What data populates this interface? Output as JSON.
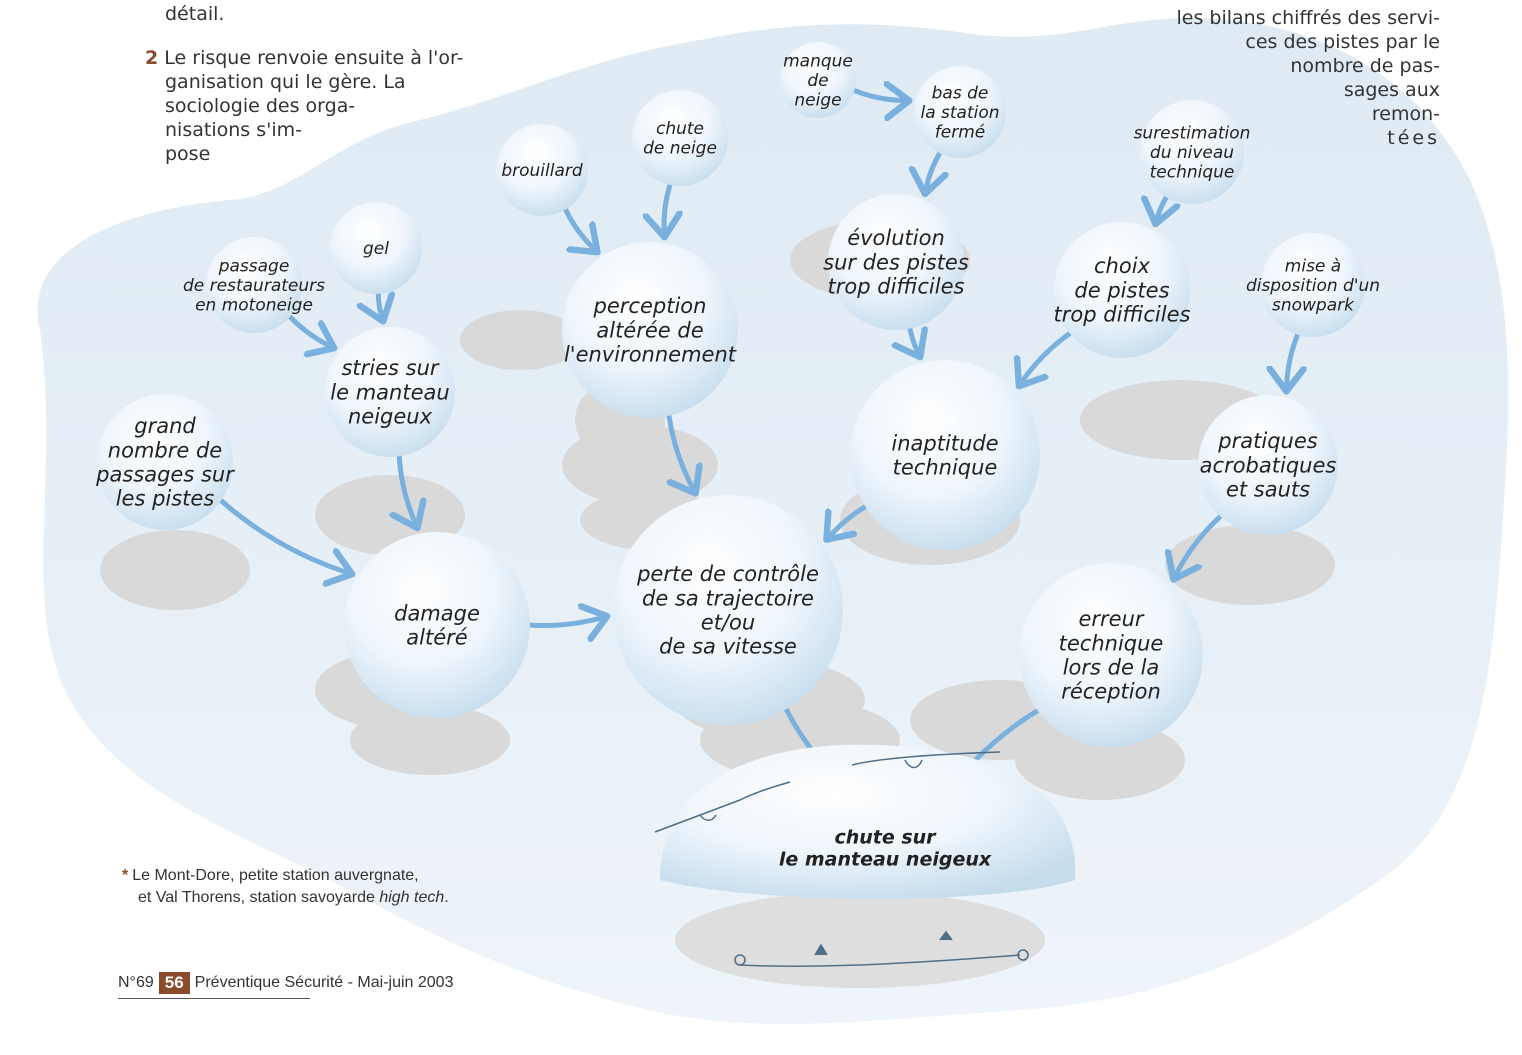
{
  "intro_text": {
    "top_left_fragment": "détail.",
    "point2_number": "2",
    "point2_lines": [
      "Le risque renvoie ensuite à l'or-",
      "ganisation qui le gère. La",
      "sociologie des orga-",
      "nisations s'im-",
      "pose"
    ],
    "top_right_lines": [
      "les bilans chiffrés des servi-",
      "ces des pistes par le",
      "nombre de pas-",
      "sages aux",
      "remon-",
      "tées"
    ]
  },
  "nodes": [
    {
      "id": "manque_neige",
      "label": [
        "manque",
        "de",
        "neige"
      ],
      "size": "small"
    },
    {
      "id": "bas_station",
      "label": [
        "bas de",
        "la station",
        "fermé"
      ],
      "size": "small"
    },
    {
      "id": "chute_neige",
      "label": [
        "chute",
        "de neige"
      ],
      "size": "small"
    },
    {
      "id": "brouillard",
      "label": [
        "brouillard"
      ],
      "size": "small"
    },
    {
      "id": "surestimation",
      "label": [
        "surestimation",
        "du niveau",
        "technique"
      ],
      "size": "small"
    },
    {
      "id": "gel",
      "label": [
        "gel"
      ],
      "size": "small"
    },
    {
      "id": "restaurateurs",
      "label": [
        "passage",
        "de restaurateurs",
        "en motoneige"
      ],
      "size": "small"
    },
    {
      "id": "evolution",
      "label": [
        "évolution",
        "sur des pistes",
        "trop difficiles"
      ],
      "size": "medium"
    },
    {
      "id": "choix",
      "label": [
        "choix",
        "de pistes",
        "trop difficiles"
      ],
      "size": "medium"
    },
    {
      "id": "snowpark",
      "label": [
        "mise à",
        "disposition d'un",
        "snowpark"
      ],
      "size": "small"
    },
    {
      "id": "perception",
      "label": [
        "perception",
        "altérée de",
        "l'environnement"
      ],
      "size": "medium"
    },
    {
      "id": "stries",
      "label": [
        "stries sur",
        "le manteau",
        "neigeux"
      ],
      "size": "medium"
    },
    {
      "id": "grand_nombre",
      "label": [
        "grand",
        "nombre de",
        "passages sur",
        "les pistes"
      ],
      "size": "medium"
    },
    {
      "id": "inaptitude",
      "label": [
        "inaptitude",
        "technique"
      ],
      "size": "medium"
    },
    {
      "id": "pratiques",
      "label": [
        "pratiques",
        "acrobatiques",
        "et sauts"
      ],
      "size": "medium"
    },
    {
      "id": "damage",
      "label": [
        "damage",
        "altéré"
      ],
      "size": "medium"
    },
    {
      "id": "perte",
      "label": [
        "perte de contrôle",
        "de sa trajectoire",
        "et/ou",
        "de sa vitesse"
      ],
      "size": "large"
    },
    {
      "id": "erreur",
      "label": [
        "erreur",
        "technique",
        "lors de la",
        "réception"
      ],
      "size": "medium"
    },
    {
      "id": "chute_manteau",
      "label": [
        "chute sur",
        "le manteau neigeux"
      ],
      "size": "final"
    }
  ],
  "edges": [
    [
      "manque_neige",
      "bas_station"
    ],
    [
      "bas_station",
      "evolution"
    ],
    [
      "surestimation",
      "choix"
    ],
    [
      "gel",
      "stries"
    ],
    [
      "restaurateurs",
      "stries"
    ],
    [
      "brouillard",
      "perception"
    ],
    [
      "chute_neige",
      "perception"
    ],
    [
      "evolution",
      "inaptitude"
    ],
    [
      "choix",
      "inaptitude"
    ],
    [
      "snowpark",
      "pratiques"
    ],
    [
      "stries",
      "damage"
    ],
    [
      "grand_nombre",
      "damage"
    ],
    [
      "perception",
      "perte"
    ],
    [
      "inaptitude",
      "perte"
    ],
    [
      "pratiques",
      "erreur"
    ],
    [
      "damage",
      "perte"
    ],
    [
      "perte",
      "chute_manteau"
    ],
    [
      "erreur",
      "chute_manteau"
    ]
  ],
  "footnote": {
    "marker": "*",
    "lines": [
      "Le Mont-Dore, petite station auvergnate,",
      "et Val Thorens, station savoyarde"
    ],
    "italic_tail": "high tech",
    "tail_punct": "."
  },
  "footer": {
    "issue": "N°69",
    "page": "56",
    "publication": "Préventique Sécurité - Mai-juin 2003"
  },
  "colors": {
    "arrow": "#7ab0de",
    "ball_light": "#ffffff",
    "ball_dark": "#c5dced",
    "shadow": "#d9d9d9",
    "background_blob": "#e6eff6",
    "accent": "#8b4a2b"
  }
}
